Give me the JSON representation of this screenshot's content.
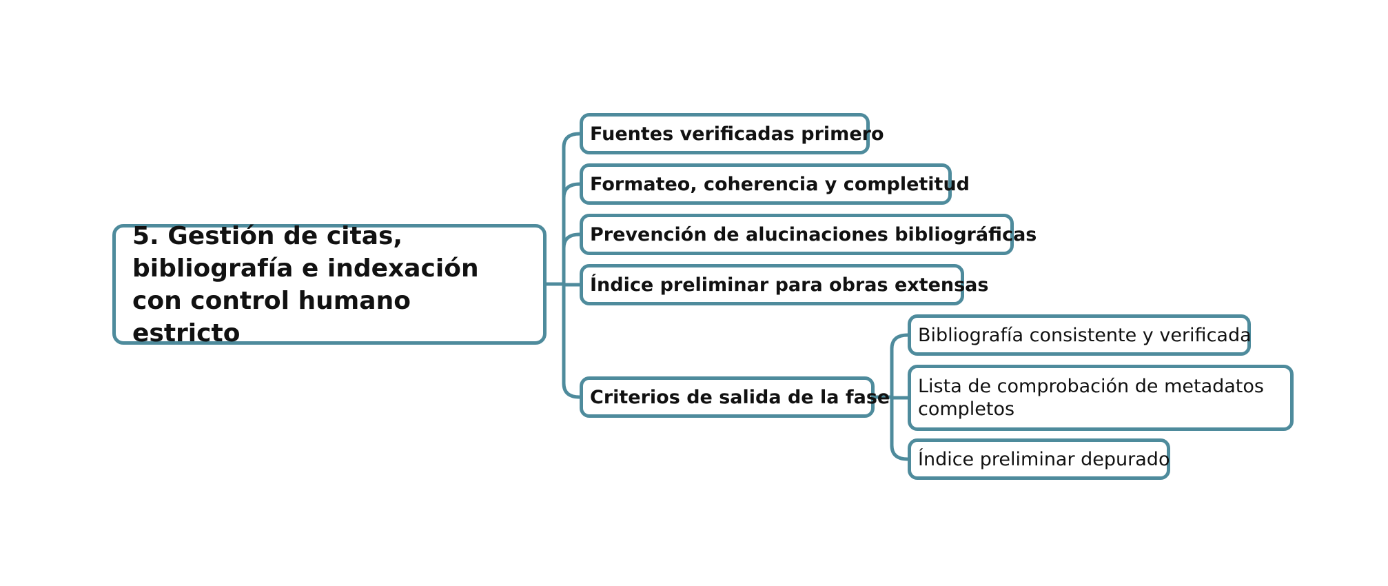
{
  "mindmap": {
    "root": {
      "label": "5. Gestión de citas, bibliografía e indexación con control humano estricto"
    },
    "branches": [
      {
        "label": "Fuentes verificadas primero"
      },
      {
        "label": "Formateo, coherencia y completitud"
      },
      {
        "label": "Prevención de alucinaciones bibliográficas"
      },
      {
        "label": "Índice preliminar para obras extensas"
      },
      {
        "label": "Criterios de salida de la fase",
        "children": [
          {
            "label": "Bibliografía consistente y verificada"
          },
          {
            "label": "Lista de comprobación de metadatos completos"
          },
          {
            "label": "Índice preliminar depurado"
          }
        ]
      }
    ],
    "colors": {
      "border": "#4e8b9c",
      "connector": "#4e8b9c",
      "text": "#111111",
      "background": "#ffffff"
    }
  }
}
